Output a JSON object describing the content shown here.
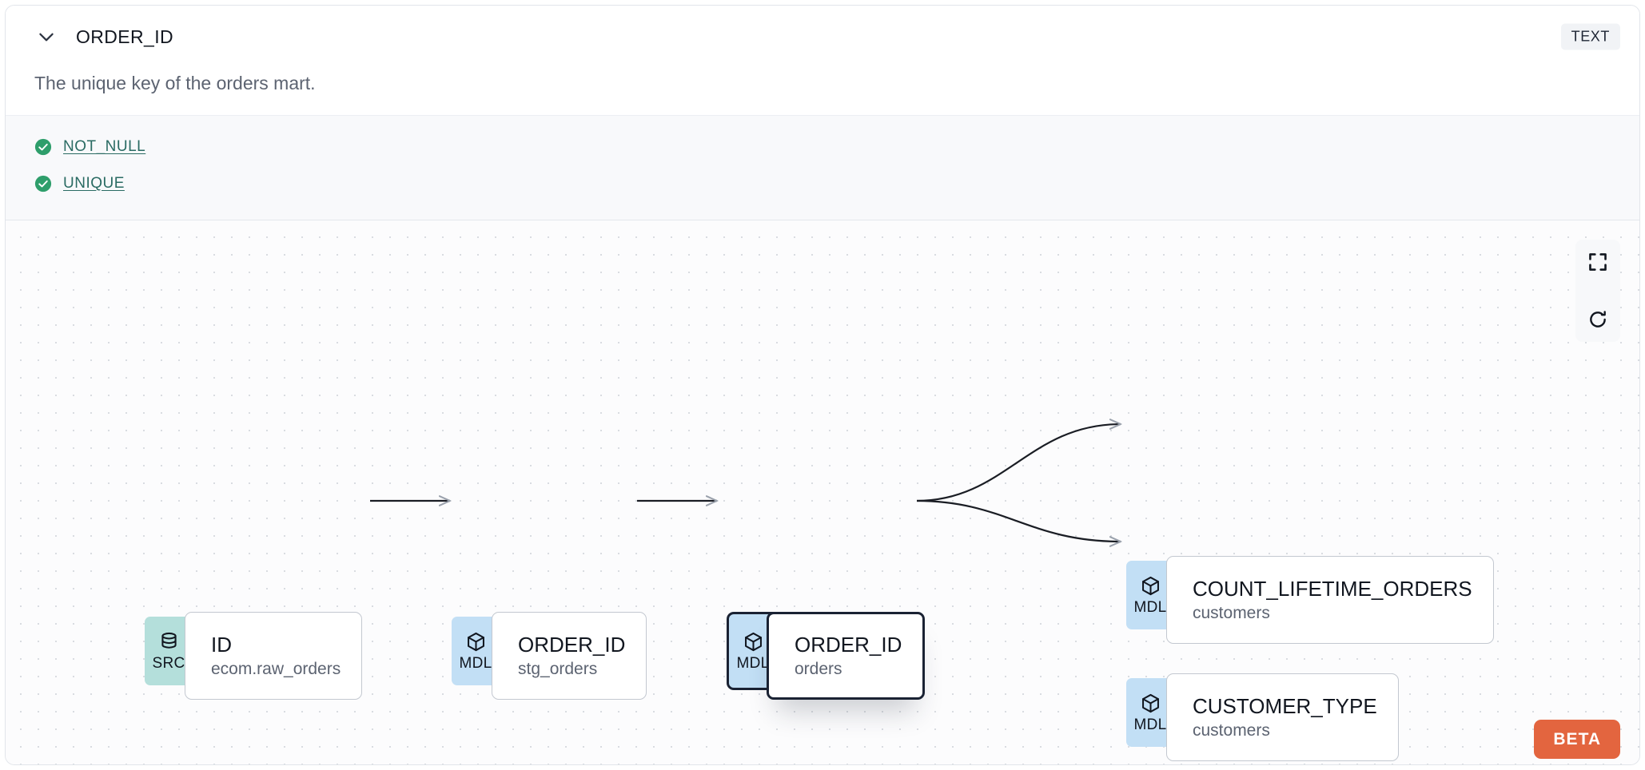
{
  "header": {
    "chevron_icon": "chevron-down-icon",
    "column_name": "ORDER_ID",
    "type_badge": "TEXT"
  },
  "description": "The unique key of the orders mart.",
  "tests": [
    {
      "icon": "check-circle-icon",
      "label": "NOT_NULL",
      "status": "passing"
    },
    {
      "icon": "check-circle-icon",
      "label": "UNIQUE",
      "status": "passing"
    }
  ],
  "lineage": {
    "controls": [
      {
        "name": "fit-view-button",
        "icon": "fullscreen-icon"
      },
      {
        "name": "reset-button",
        "icon": "refresh-icon"
      }
    ],
    "beta_label": "BETA",
    "nodes": [
      {
        "id": "src_id",
        "badge": "SRC",
        "badge_icon": "database-icon",
        "name": "ID",
        "sub": "ecom.raw_orders"
      },
      {
        "id": "stg_order_id",
        "badge": "MDL",
        "badge_icon": "cube-icon",
        "name": "ORDER_ID",
        "sub": "stg_orders"
      },
      {
        "id": "orders_order_id",
        "badge": "MDL",
        "badge_icon": "cube-icon",
        "name": "ORDER_ID",
        "sub": "orders",
        "selected": true
      },
      {
        "id": "count_lifetime_orders",
        "badge": "MDL",
        "badge_icon": "cube-icon",
        "name": "COUNT_LIFETIME_ORDERS",
        "sub": "customers"
      },
      {
        "id": "customer_type",
        "badge": "MDL",
        "badge_icon": "cube-icon",
        "name": "CUSTOMER_TYPE",
        "sub": "customers"
      }
    ]
  },
  "colors": {
    "src_badge": "#b4dfdb",
    "mdl_badge": "#c2dff5",
    "test_link": "#2a6b63",
    "test_check": "#2e9e6b",
    "beta": "#e3653f",
    "selected_border": "#1a2233"
  }
}
